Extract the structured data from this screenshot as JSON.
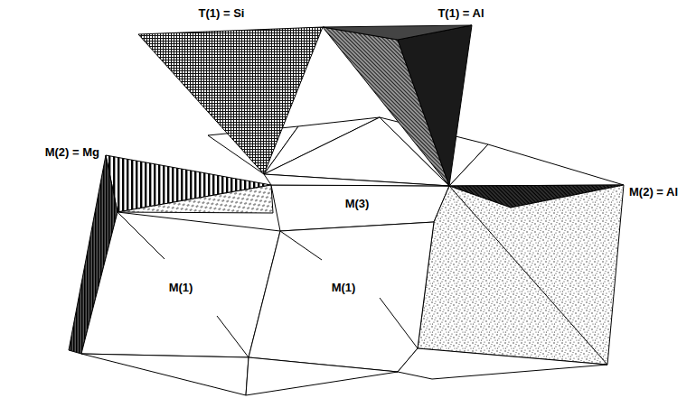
{
  "diagram": {
    "labels": [
      "T(1) = Si",
      "T(1) = Al",
      "M(2) = Mg",
      "M(3)",
      "M(2) = Al",
      "M(1)",
      "M(1)"
    ]
  }
}
